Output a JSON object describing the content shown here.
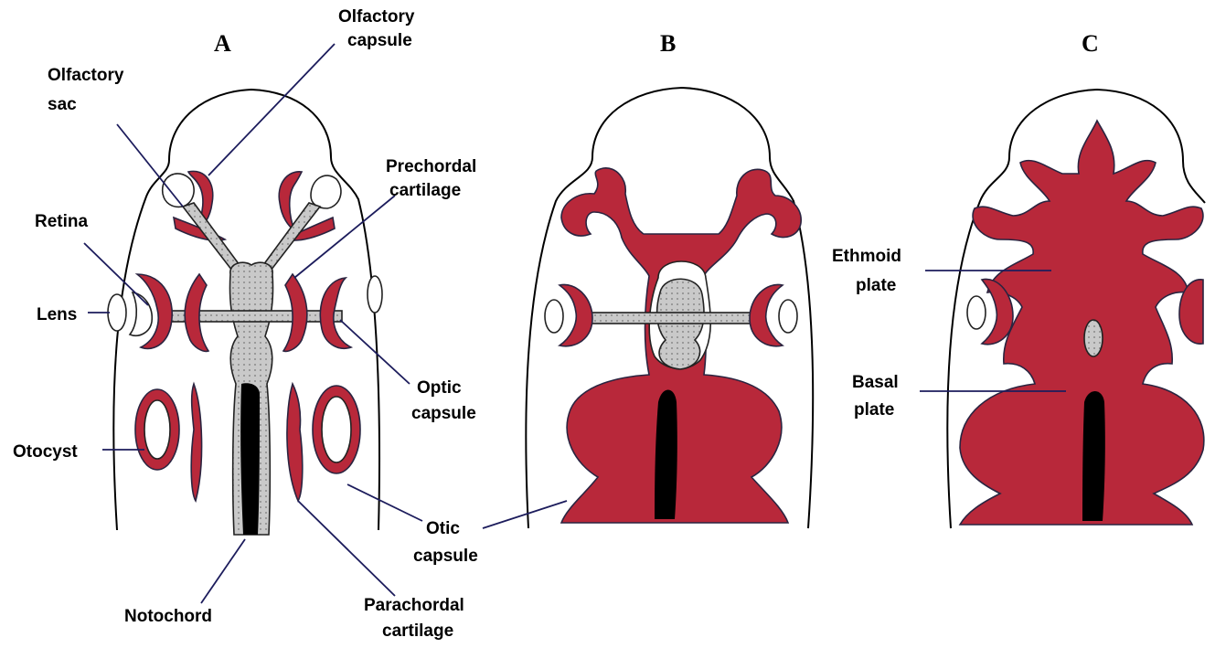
{
  "panels": {
    "a": "A",
    "b": "B",
    "c": "C"
  },
  "labels": {
    "olfactory_capsule": [
      "Olfactory",
      "capsule"
    ],
    "olfactory_sac": [
      "Olfactory",
      "sac"
    ],
    "prechordal_cartilage": [
      "Prechordal",
      "cartilage"
    ],
    "retina": "Retina",
    "lens": "Lens",
    "optic_capsule": [
      "Optic",
      "capsule"
    ],
    "otocyst": "Otocyst",
    "otic_capsule": [
      "Otic",
      "capsule"
    ],
    "notochord": "Notochord",
    "parachordal_cartilage": [
      "Parachordal",
      "cartilage"
    ],
    "ethmoid_plate": [
      "Ethmoid",
      "plate"
    ],
    "basal_plate": [
      "Basal",
      "plate"
    ]
  },
  "colors": {
    "cartilage": "#b8283a",
    "precartilage": "#c9c9c9",
    "notochord": "#000000",
    "leader": "#1c1c5c"
  }
}
